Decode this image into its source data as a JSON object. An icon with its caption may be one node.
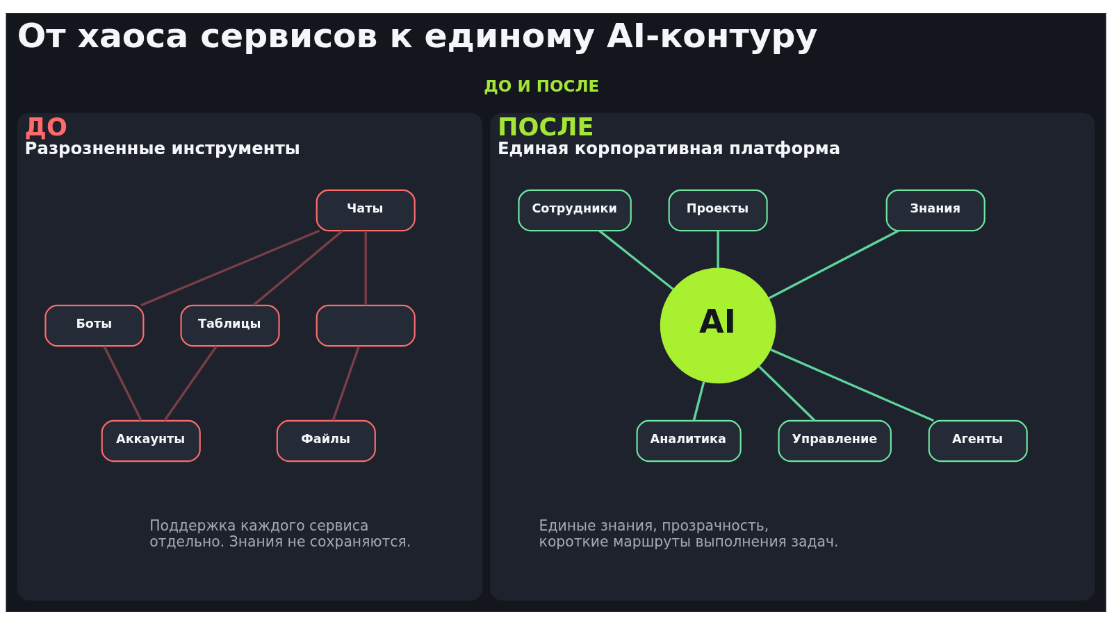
{
  "diagram": {
    "title": "От хаоса сервисов к единому AI-контуру",
    "nodes": [
      {
        "text": [
          "ДО",
          "Разрозненные инструменты",
          "Поддержка каждого сервиса отдельно. Знания не сохраняются."
        ]
      },
      {
        "text": [
          "Чаты"
        ],
        "in": 0
      },
      {
        "text": [
          "Боты"
        ],
        "in": 0
      },
      {
        "text": [
          "Таблицы"
        ],
        "in": 0
      },
      {
        "text": [
          "Файлы"
        ],
        "in": 0
      },
      {
        "text": [],
        "shape": "box",
        "in": 0
      },
      {
        "text": [
          "Аккаунты"
        ],
        "in": 0
      },
      {
        "text": [
          "ПОСЛЕ",
          "Единая корпоративная платформа",
          "Единые знания, прозрачность, короткие маршруты выполнения задач."
        ]
      },
      {
        "text": [
          "Проекты"
        ],
        "in": 7
      },
      {
        "text": [
          "Сотрудники"
        ],
        "in": 7
      },
      {
        "text": [
          "Знания"
        ],
        "in": 7
      },
      {
        "text": [
          "AI"
        ],
        "in": 7
      },
      {
        "text": [
          "Аналитика"
        ],
        "in": 7
      },
      {
        "text": [
          "Управление"
        ],
        "in": 7
      },
      {
        "text": [
          "Агенты"
        ],
        "in": 7
      }
    ],
    "edges": [
      {
        "from": 1,
        "to": 2,
        "arrow": "none",
        "color": "#7a3e46"
      },
      {
        "from": 1,
        "to": 3,
        "arrow": "none",
        "color": "#7a3e46"
      },
      {
        "from": 1,
        "to": 5,
        "arrow": "none",
        "color": "#7a3e46"
      },
      {
        "from": 2,
        "to": 6,
        "arrow": "none",
        "color": "#7a3e46"
      },
      {
        "from": 5,
        "to": 4,
        "arrow": "none",
        "color": "#7a3e46"
      },
      {
        "from": 3,
        "to": 6,
        "arrow": "none",
        "color": "#7a3e46"
      },
      {
        "from": 8,
        "to": 11,
        "arrow": "none",
        "color": "#5fd49c"
      },
      {
        "from": 9,
        "to": 11,
        "arrow": "none",
        "color": "#5fd49c"
      },
      {
        "from": 10,
        "to": 11,
        "arrow": "none",
        "color": "#5fd49c"
      },
      {
        "from": 11,
        "to": 12,
        "arrow": "none",
        "color": "#5fd49c"
      },
      {
        "from": 11,
        "to": 13,
        "arrow": "none",
        "color": "#5fd49c"
      },
      {
        "from": 11,
        "to": 14,
        "arrow": "none",
        "color": "#5fd49c"
      }
    ],
    "labels": [
      "ДО И ПОСЛЕ"
    ]
  }
}
